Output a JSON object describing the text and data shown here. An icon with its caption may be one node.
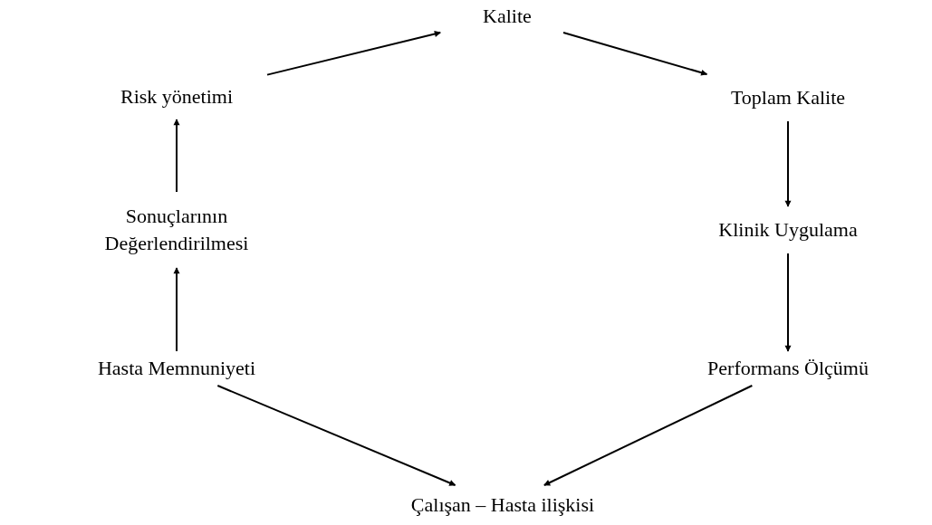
{
  "diagram": {
    "nodes": [
      {
        "text": [
          "Kalite"
        ]
      },
      {
        "text": [
          "Risk yönetimi"
        ]
      },
      {
        "text": [
          "Toplam Kalite"
        ]
      },
      {
        "text": [
          "Sonuçlarının Değerlendirilmesi"
        ]
      },
      {
        "text": [
          "Klinik Uygulama"
        ]
      },
      {
        "text": [
          "Hasta Memnuniyeti"
        ]
      },
      {
        "text": [
          "Performans Ölçümü"
        ]
      },
      {
        "text": [
          "Çalışan – Hasta ilişkisi"
        ]
      }
    ],
    "edges": [
      {
        "from": 1,
        "to": 0,
        "arrow": "to"
      },
      {
        "from": 0,
        "to": 2,
        "arrow": "to"
      },
      {
        "from": 2,
        "to": 4,
        "arrow": "to"
      },
      {
        "from": 4,
        "to": 6,
        "arrow": "to"
      },
      {
        "from": 6,
        "to": 7,
        "arrow": "to"
      },
      {
        "from": 5,
        "to": 7,
        "arrow": "to"
      },
      {
        "from": 5,
        "to": 3,
        "arrow": "to"
      },
      {
        "from": 3,
        "to": 1,
        "arrow": "to"
      }
    ]
  }
}
